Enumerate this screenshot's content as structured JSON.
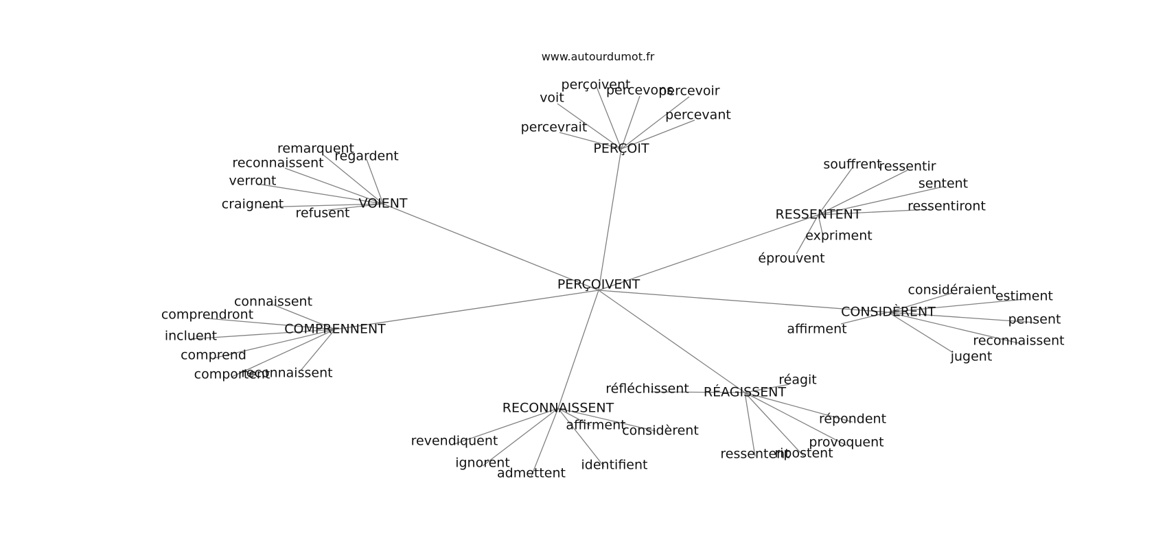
{
  "site": "www.autourdumot.fr",
  "graph": {
    "center": "PERÇOIVENT",
    "clusters": [
      {
        "hub": "PERÇOIT",
        "words": [
          "perçoivent",
          "voit",
          "percevons",
          "percevoir",
          "percevrait",
          "percevant"
        ]
      },
      {
        "hub": "VOIENT",
        "words": [
          "remarquent",
          "reconnaissent",
          "regardent",
          "verront",
          "craignent",
          "refusent"
        ]
      },
      {
        "hub": "RESSENTENT",
        "words": [
          "souffrent",
          "ressentir",
          "sentent",
          "ressentiront",
          "expriment",
          "éprouvent"
        ]
      },
      {
        "hub": "CONSIDÈRENT",
        "words": [
          "considéraient",
          "estiment",
          "pensent",
          "reconnaissent",
          "jugent",
          "affirment"
        ]
      },
      {
        "hub": "COMPRENNENT",
        "words": [
          "connaissent",
          "comprendront",
          "incluent",
          "comprend",
          "comportent",
          "reconnaissent"
        ]
      },
      {
        "hub": "RÉAGISSENT",
        "words": [
          "réfléchissent",
          "réagit",
          "répondent",
          "provoquent",
          "ripostent",
          "ressentent"
        ]
      },
      {
        "hub": "RECONNAISSENT",
        "words": [
          "affirment",
          "considèrent",
          "revendiquent",
          "ignorent",
          "admettent",
          "identifient"
        ]
      }
    ]
  }
}
